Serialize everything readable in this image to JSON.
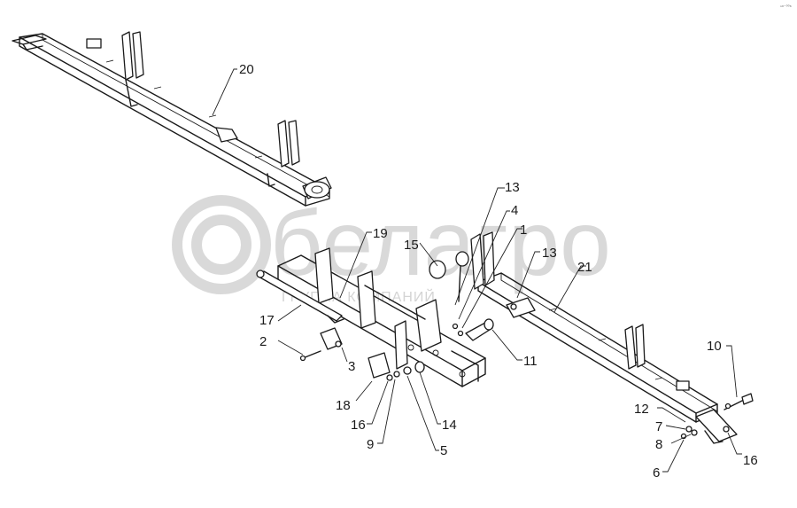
{
  "watermark": {
    "brand": "белагро",
    "subtitle": "ГРУППА КОМПАНИЙ"
  },
  "corner_mark": "ⁿ⁸⁻⁰⁰⁸",
  "callouts": [
    "20",
    "19",
    "15",
    "13",
    "4",
    "1",
    "13",
    "21",
    "17",
    "2",
    "3",
    "11",
    "18",
    "16",
    "9",
    "5",
    "14",
    "10",
    "12",
    "7",
    "8",
    "6",
    "16"
  ]
}
